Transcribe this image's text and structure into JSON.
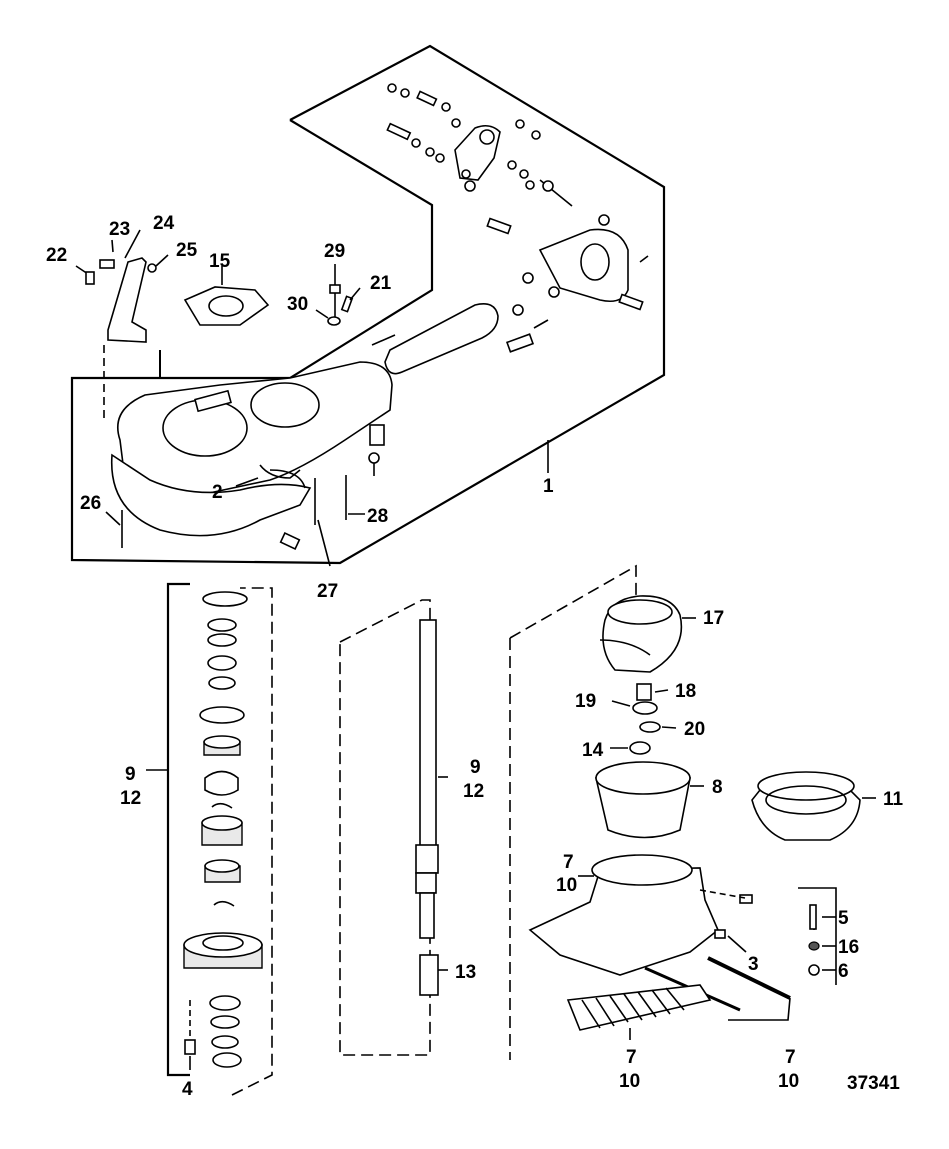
{
  "figure_number": "37341",
  "callouts": {
    "c1": "1",
    "c2": "2",
    "c3": "3",
    "c4": "4",
    "c5": "5",
    "c6": "6",
    "c7a": "7",
    "c10a": "10",
    "c7b": "7",
    "c10b": "10",
    "c7c": "7",
    "c10c": "10",
    "c8": "8",
    "c9a": "9",
    "c12a": "12",
    "c9b": "9",
    "c12b": "12",
    "c11": "11",
    "c13": "13",
    "c14": "14",
    "c15": "15",
    "c16": "16",
    "c17": "17",
    "c18": "18",
    "c19": "19",
    "c20": "20",
    "c21": "21",
    "c22": "22",
    "c23": "23",
    "c24": "24",
    "c25": "25",
    "c26": "26",
    "c27": "27",
    "c28": "28",
    "c29": "29",
    "c30": "30"
  }
}
